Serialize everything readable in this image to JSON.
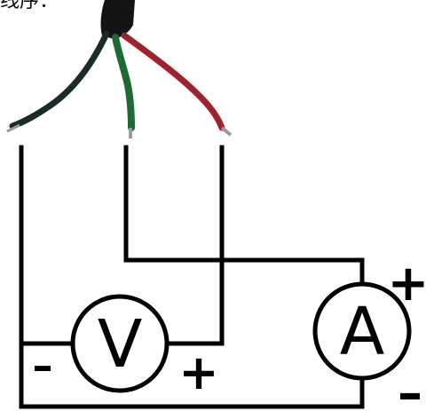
{
  "caption": "线序：",
  "colors": {
    "cable_jacket": "#141414",
    "wire_black": "#1b2b2a",
    "wire_green": "#1d6a34",
    "wire_red": "#a0222a",
    "line": "#000000"
  },
  "voltmeter": {
    "symbol": "V",
    "minus_label": "–",
    "plus_label": "+"
  },
  "ammeter": {
    "symbol": "A",
    "plus_label": "+",
    "minus_label": "–"
  }
}
